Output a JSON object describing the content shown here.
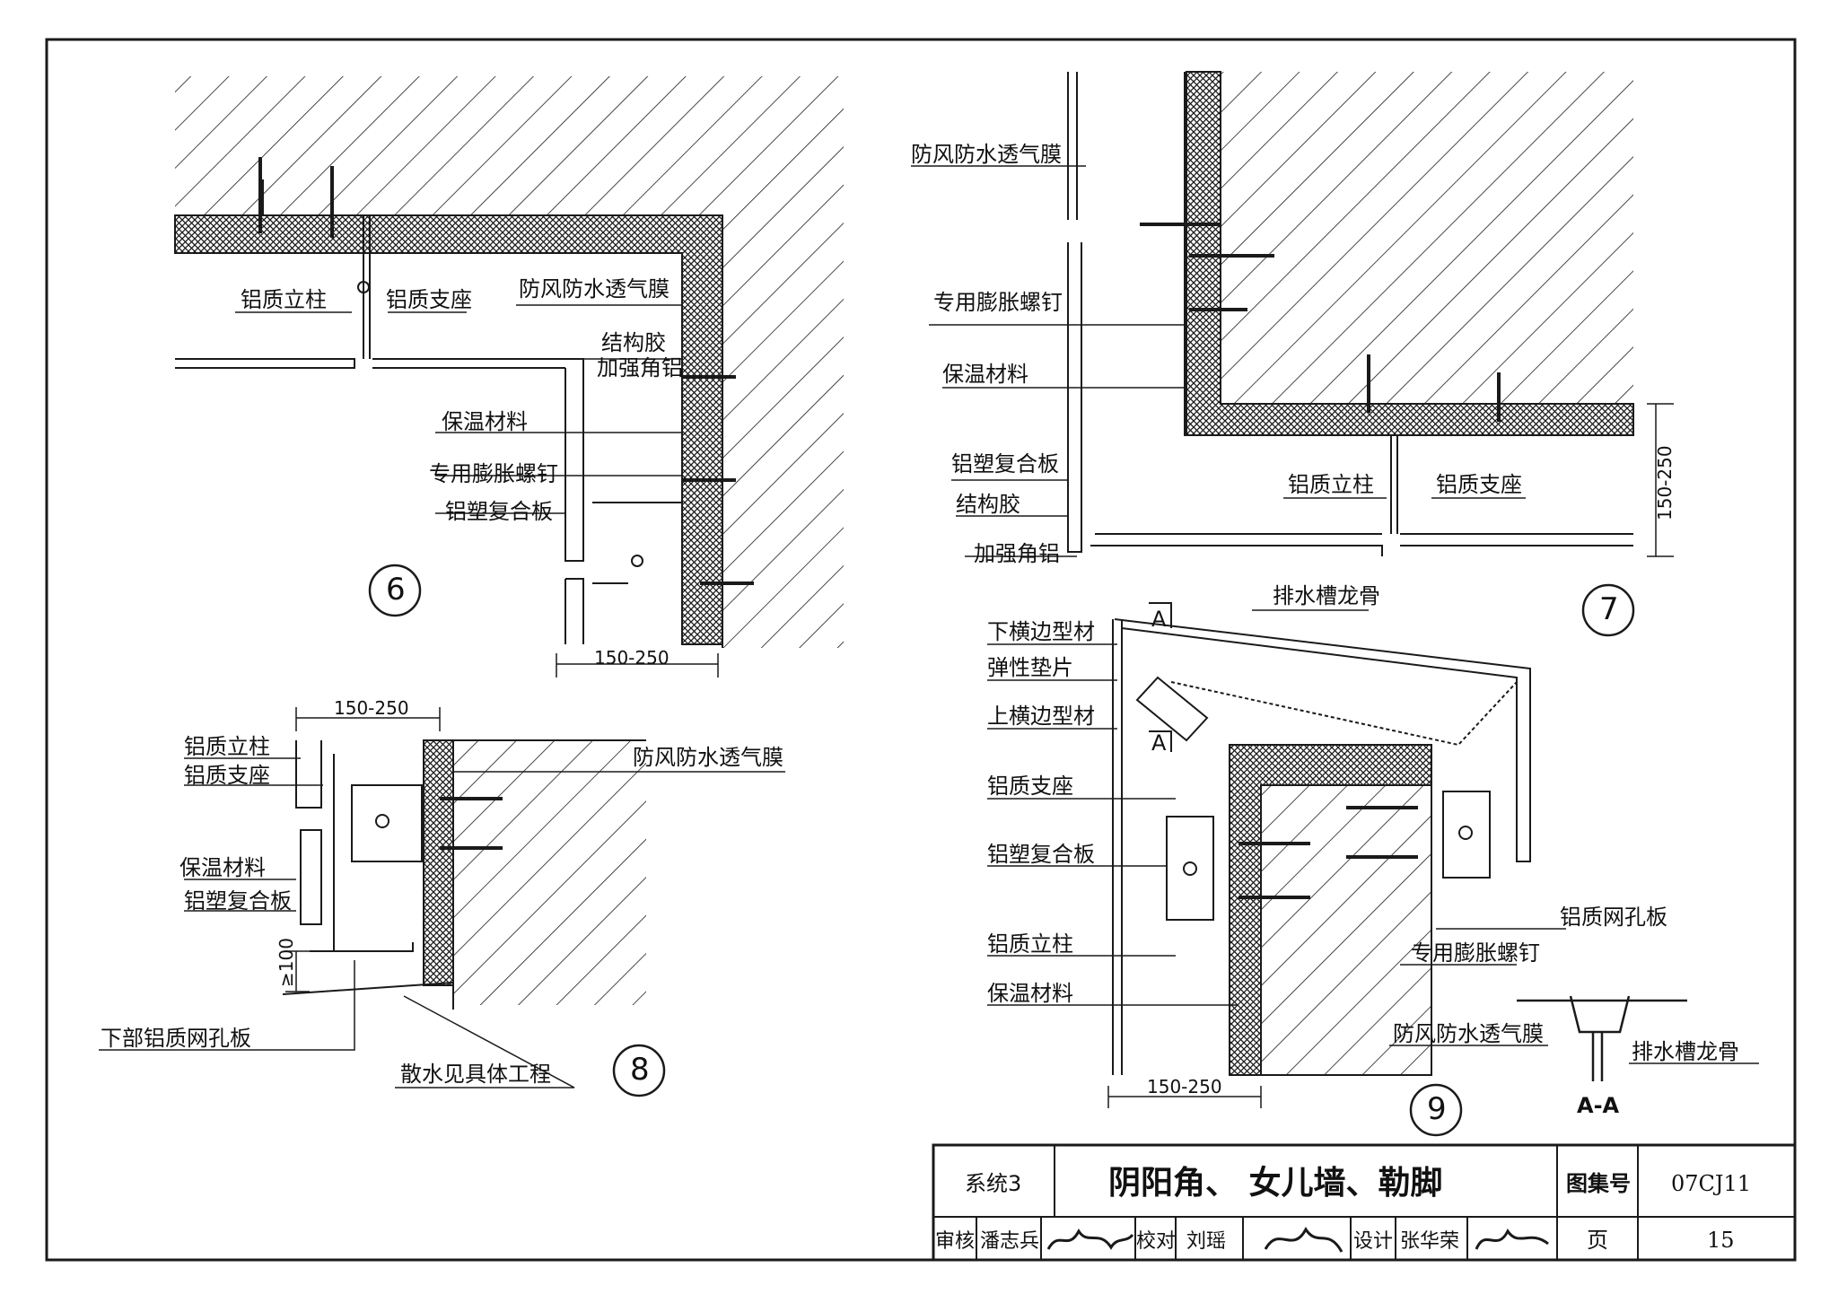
{
  "colors": {
    "ink": "#1a1a1a",
    "paper": "#ffffff",
    "insulation": "#2a2a2a"
  },
  "detail6": {
    "number": "6",
    "labels": {
      "post": "铝质立柱",
      "bracket": "铝质支座",
      "membrane": "防风防水透气膜",
      "adhesive": "结构胶",
      "corner_angle": "加强角铝",
      "insulation": "保温材料",
      "anchor": "专用膨胀螺钉",
      "acp": "铝塑复合板"
    },
    "dimension": "150-250"
  },
  "detail7": {
    "number": "7",
    "labels": {
      "membrane": "防风防水透气膜",
      "anchor": "专用膨胀螺钉",
      "insulation": "保温材料",
      "acp": "铝塑复合板",
      "adhesive": "结构胶",
      "corner_angle": "加强角铝",
      "post": "铝质立柱",
      "bracket": "铝质支座"
    },
    "dimension": "150-250"
  },
  "detail8": {
    "number": "8",
    "labels": {
      "post": "铝质立柱",
      "bracket": "铝质支座",
      "insulation": "保温材料",
      "acp": "铝塑复合板",
      "membrane": "防风防水透气膜",
      "mesh": "下部铝质网孔板",
      "apron": "散水见具体工程"
    },
    "dimension_top": "150-250",
    "dimension_side": "≥100"
  },
  "detail9": {
    "number": "9",
    "labels": {
      "gutter_keel": "排水槽龙骨",
      "lower_profile": "下横边型材",
      "gasket": "弹性垫片",
      "upper_profile": "上横边型材",
      "bracket": "铝质支座",
      "acp": "铝塑复合板",
      "post": "铝质立柱",
      "insulation": "保温材料",
      "mesh": "铝质网孔板",
      "anchor": "专用膨胀螺钉",
      "membrane": "防风防水透气膜",
      "section_mark": "A",
      "section_title": "A-A",
      "section_keel": "排水槽龙骨"
    },
    "dimension": "150-250"
  },
  "title_block": {
    "system": "系统3",
    "title": "阴阳角、 女儿墙、勒脚",
    "atlas_label": "图集号",
    "atlas_no": "07CJ11",
    "review_label": "审核",
    "reviewer": "潘志兵",
    "check_label": "校对",
    "checker": "刘瑶",
    "design_label": "设计",
    "designer": "张华荣",
    "page_label": "页",
    "page_no": "15"
  }
}
